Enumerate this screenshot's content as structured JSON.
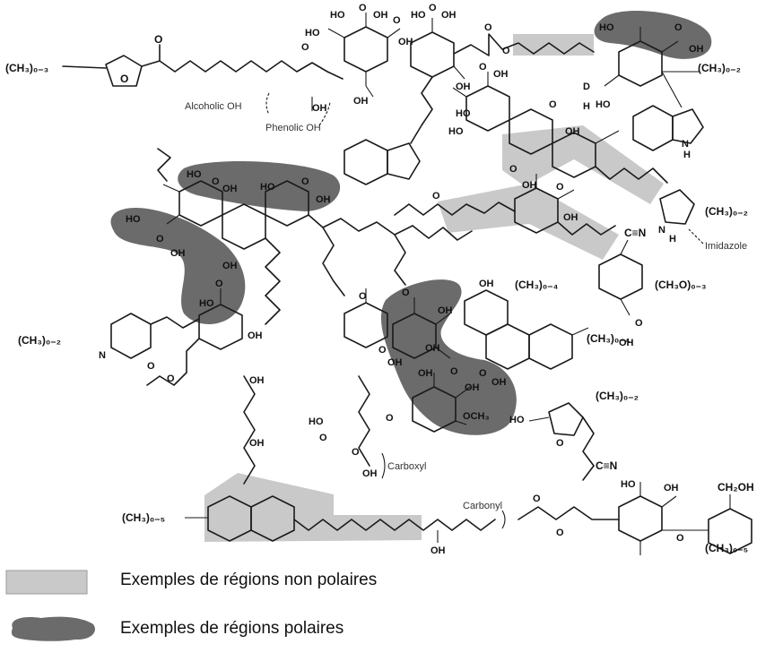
{
  "colors": {
    "nonpolar": "#c9c9c9",
    "polar": "#6b6b6b",
    "ink": "#1a1a1a"
  },
  "labels": {
    "alcoholic_oh": "Alcoholic OH",
    "phenolic_oh": "Phenolic OH",
    "imidazole": "Imidazole",
    "carboxyl": "Carboxyl",
    "carbonyl": "Carbonyl"
  },
  "substituents": {
    "ch3_03": "(CH₃)₀₋₃",
    "ch3_02_top": "(CH₃)₀₋₂",
    "ch3_02_right": "(CH₃)₀₋₂",
    "ch3_04_mid": "(CH₃)₀₋₄",
    "ch3o_03": "(CH₃O)₀₋₃",
    "ch3_02_left": "(CH₃)₀₋₂",
    "ch3_04_right": "(CH₃)₀₋₄",
    "ch3_02_furan": "(CH₃)₀₋₂",
    "ch3_05_left": "(CH₃)₀₋₅",
    "ch3_05_right": "(CH₃)₀₋₅",
    "cn_1": "C≡N",
    "cn_2": "C≡N",
    "ch2oh": "CH₂OH",
    "och3": "OCH₃"
  },
  "legend": {
    "nonpolar_label": "Exemples de régions non polaires",
    "polar_label": "Exemples de régions polaires"
  }
}
